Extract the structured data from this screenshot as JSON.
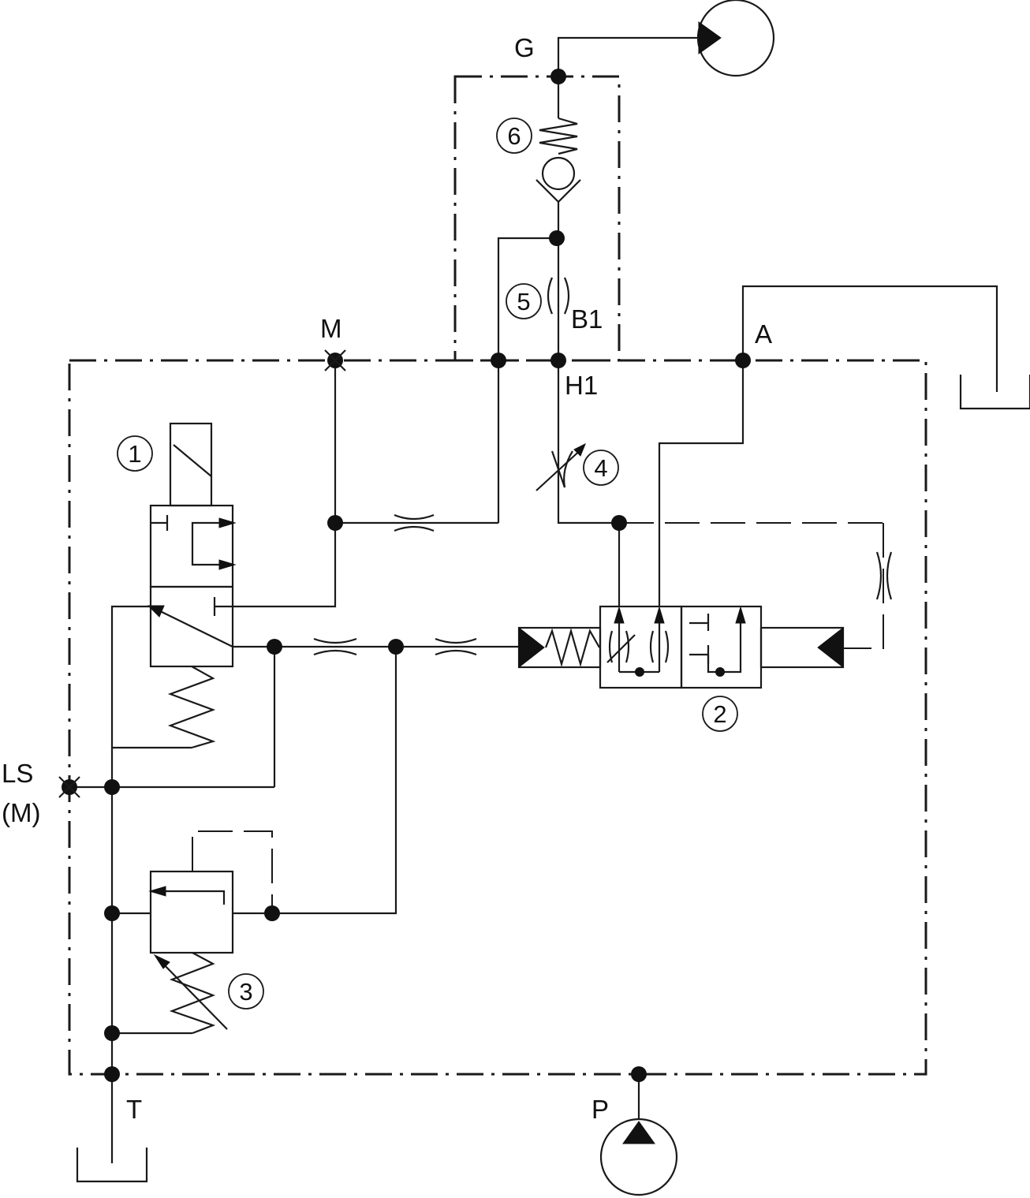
{
  "ports": {
    "G": "G",
    "M": "M",
    "B1": "B1",
    "H1": "H1",
    "A": "A",
    "LS_line1": "LS",
    "LS_line2": "(M)",
    "T": "T",
    "P": "P"
  },
  "components": [
    {
      "id": "1",
      "label": "1"
    },
    {
      "id": "2",
      "label": "2"
    },
    {
      "id": "3",
      "label": "3"
    },
    {
      "id": "4",
      "label": "4"
    },
    {
      "id": "5",
      "label": "5"
    },
    {
      "id": "6",
      "label": "6"
    }
  ]
}
